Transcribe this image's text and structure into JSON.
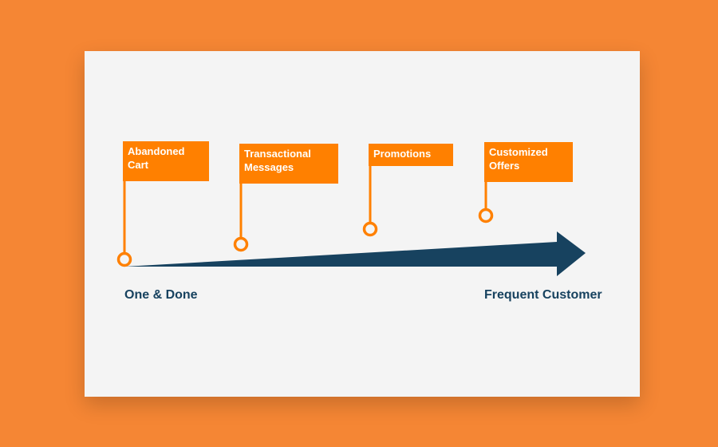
{
  "colors": {
    "background": "#F58634",
    "card": "#F4F4F4",
    "flag": "#FF8000",
    "arrow": "#17425F",
    "label": "#17425F",
    "flag_text": "#FFFFFF"
  },
  "milestones": [
    {
      "label": "Abandoned\nCart"
    },
    {
      "label": "Transactional\nMessages"
    },
    {
      "label": "Promotions"
    },
    {
      "label": "Customized\nOffers"
    }
  ],
  "start_label": "One & Done",
  "end_label": "Frequent Customer"
}
